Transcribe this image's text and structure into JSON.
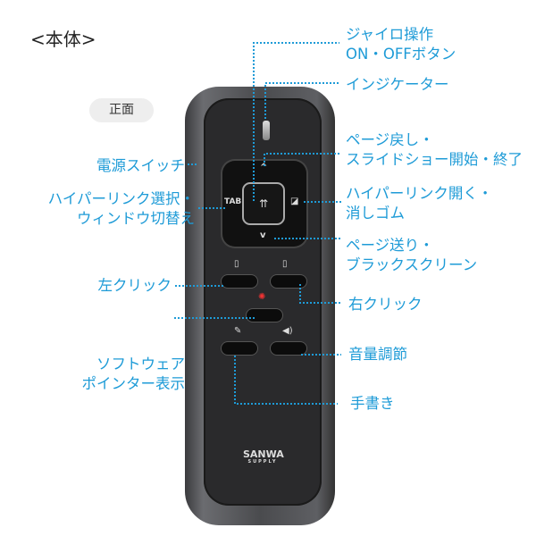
{
  "title": "<本体>",
  "view_label": "正面",
  "device": {
    "tab_label": "TAB",
    "up_glyph": "^",
    "down_glyph": "v",
    "brand": "SANWA",
    "brand_sub": "SUPPLY"
  },
  "labels": {
    "gyro": [
      "ジャイロ操作",
      "ON・OFFボタン"
    ],
    "indicator": "インジケーター",
    "page_back": [
      "ページ戻し・",
      "スライドショー開始・終了"
    ],
    "hyperlink_open": [
      "ハイパーリンク開く・",
      "消しゴム"
    ],
    "page_forward": [
      "ページ送り・",
      "ブラックスクリーン"
    ],
    "right_click": "右クリック",
    "volume": "音量調節",
    "handwriting": "手書き",
    "power": "電源スイッチ",
    "hyperlink_select": [
      "ハイパーリンク選択・",
      "ウィンドウ切替え"
    ],
    "left_click": "左クリック",
    "pointer": [
      "ソフトウェア",
      "ポインター表示"
    ]
  },
  "colors": {
    "accent": "#1e9bd7"
  }
}
